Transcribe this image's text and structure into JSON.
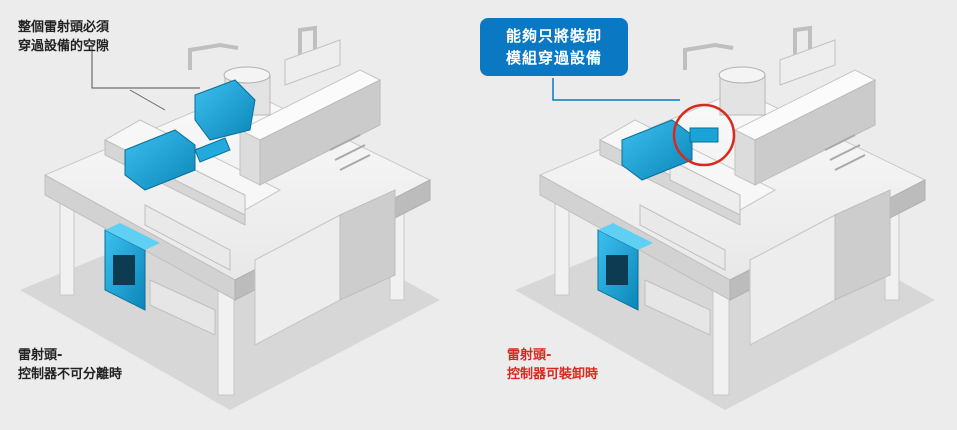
{
  "left_panel": {
    "annotation_lines": [
      "整個雷射頭必須",
      "穿過設備的空隙"
    ],
    "caption_lines": [
      "雷射頭-",
      "控制器不可分離時"
    ]
  },
  "right_panel": {
    "callout_lines": [
      "能夠只將裝卸",
      "模組穿過設備"
    ],
    "caption_lines": [
      "雷射頭-",
      "控制器可裝卸時"
    ]
  },
  "colors": {
    "accent_blue": "#0a78c2",
    "device_cyan": "#1aa3d6",
    "caption_red": "#d9281e",
    "machine_light": "#f4f4f4",
    "machine_shade": "#cfcfcf"
  }
}
